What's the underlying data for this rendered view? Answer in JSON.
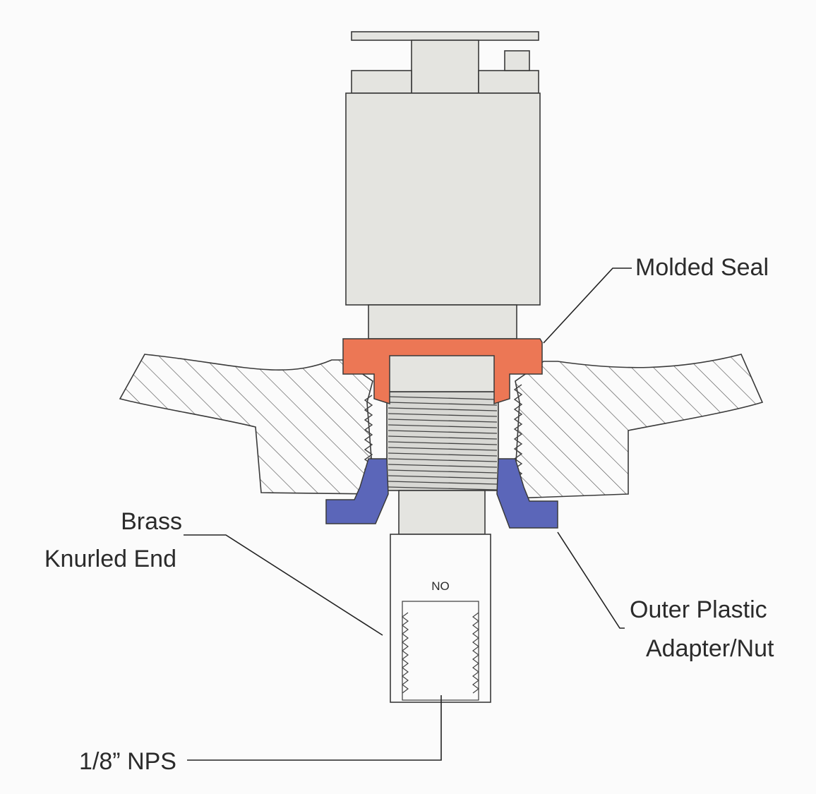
{
  "labels": {
    "molded_seal": "Molded Seal",
    "brass_line1": "Brass",
    "brass_line2": "Knurled End",
    "outer_line1": "Outer Plastic",
    "outer_line2": "Adapter/Nut",
    "nps": "1/8” NPS",
    "no": "NO"
  },
  "colors": {
    "seal": "#ec7755",
    "nut": "#5b66b9",
    "body": "#e4e4e0",
    "outline": "#3a3a3a",
    "paper": "#fbfbfb"
  }
}
